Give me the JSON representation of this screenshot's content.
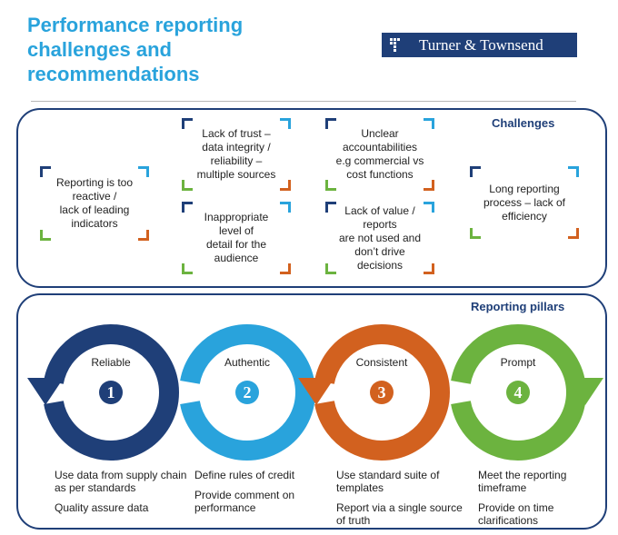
{
  "title": {
    "lines": [
      "Performance reporting",
      "challenges and",
      "recommendations"
    ]
  },
  "logo": {
    "text": "Turner & Townsend",
    "background": "#1f3f78"
  },
  "challenges": {
    "heading": "Challenges",
    "items": [
      {
        "text": "Reporting is too\nreactive /\nlack of leading\nindicators"
      },
      {
        "text": "Lack of trust –\ndata integrity /\nreliability –\nmultiple sources"
      },
      {
        "text": "Inappropriate\nlevel of\ndetail for the\naudience"
      },
      {
        "text": "Unclear\naccountabilities\ne.g commercial vs\ncost functions"
      },
      {
        "text": "Lack of value /\nreports\nare not used and\ndon’t drive\ndecisions"
      },
      {
        "text": "Long reporting\nprocess – lack of\nefficiency"
      }
    ]
  },
  "pillars": {
    "heading": "Reporting pillars",
    "items": [
      {
        "label": "Reliable",
        "number": "1",
        "color": "#1f3f78",
        "points": [
          "Use data from supply chain as per standards",
          "Quality assure data"
        ]
      },
      {
        "label": "Authentic",
        "number": "2",
        "color": "#29a3dc",
        "points": [
          "Define rules of credit",
          "Provide comment on performance"
        ]
      },
      {
        "label": "Consistent",
        "number": "3",
        "color": "#d2611f",
        "points": [
          "Use standard suite of templates",
          "Report via a single source of truth"
        ]
      },
      {
        "label": "Prompt",
        "number": "4",
        "color": "#6cb33f",
        "points": [
          "Meet the reporting timeframe",
          "Provide on time clarifications"
        ]
      }
    ]
  },
  "colors": {
    "navy": "#1f3f78",
    "blue": "#29a3dc",
    "orange": "#d2611f",
    "green": "#6cb33f"
  }
}
